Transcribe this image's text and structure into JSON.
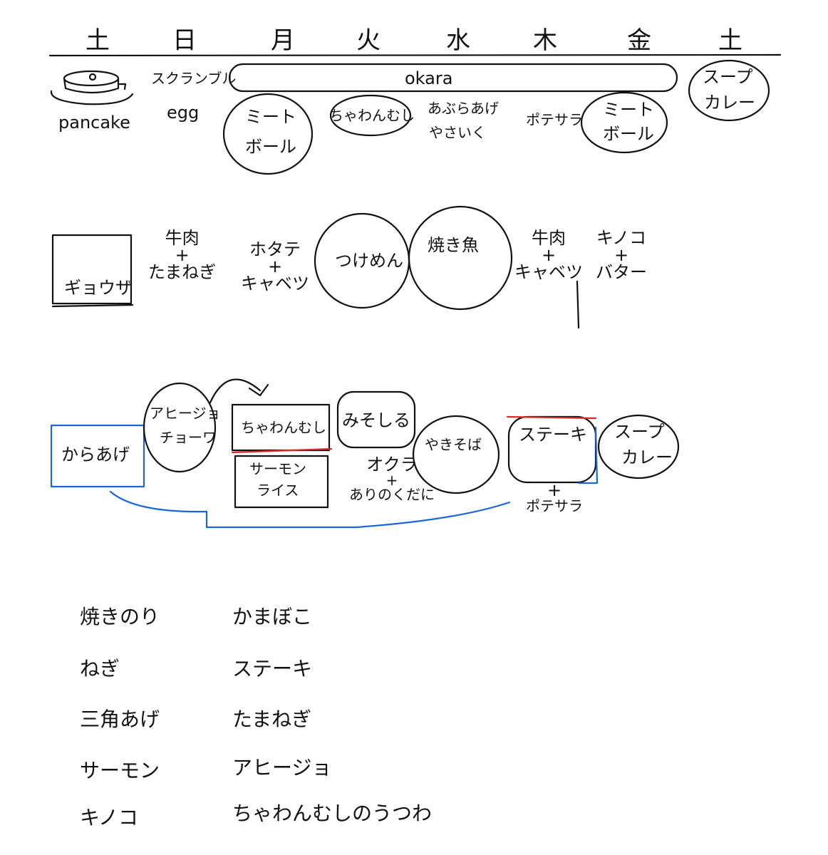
{
  "days": [
    "土",
    "日",
    "月",
    "火",
    "水",
    "木",
    "金",
    "土"
  ],
  "row1": {
    "pancake": "pancake",
    "scrambled": [
      "スクランブル",
      "egg"
    ],
    "okara": "okara",
    "meatball_mon": [
      "ミート",
      "ボール"
    ],
    "chawanmushi": "ちゃわんむし",
    "aburaage": [
      "あぶらあげ",
      "やさいく"
    ],
    "potesara": "ポテサラ",
    "meatball_fri": [
      "ミート",
      "ボール"
    ],
    "soupcurry": [
      "スープ",
      "カレー"
    ]
  },
  "row2": {
    "gyoza": "ギョウザ",
    "gyuniku1": [
      "牛肉",
      "+",
      "たまねぎ"
    ],
    "hotate": [
      "ホタテ",
      "+",
      "キャベツ"
    ],
    "fugumen": "つけめん",
    "yakizakana": "焼き魚",
    "gyuniku2": [
      "牛肉",
      "+",
      "キャベツ"
    ],
    "kinoko": [
      "キノコ",
      "+",
      "バター"
    ]
  },
  "row3": {
    "karaage": "からあげ",
    "ahijo": [
      "アヒージョ",
      "チョーワ"
    ],
    "chawanmushi": "ちゃわんむし",
    "salmon": [
      "サーモン",
      "ライス"
    ],
    "misoshiru": "みそしる",
    "okazu": [
      "オクラ",
      "+",
      "ありのくだに"
    ],
    "yakisoba": "やきそば",
    "steak": "ステーキ",
    "potesara": [
      "+",
      "ポテサラ"
    ],
    "soupcurry": [
      "スープ",
      "カレー"
    ]
  },
  "shopping_left": [
    "焼きのり",
    "ねぎ",
    "三角あげ",
    "サーモン",
    "キノコ"
  ],
  "shopping_right": [
    "かまぼこ",
    "ステーキ",
    "たまねぎ",
    "アヒージョ",
    "ちゃわんむしのうつわ"
  ]
}
